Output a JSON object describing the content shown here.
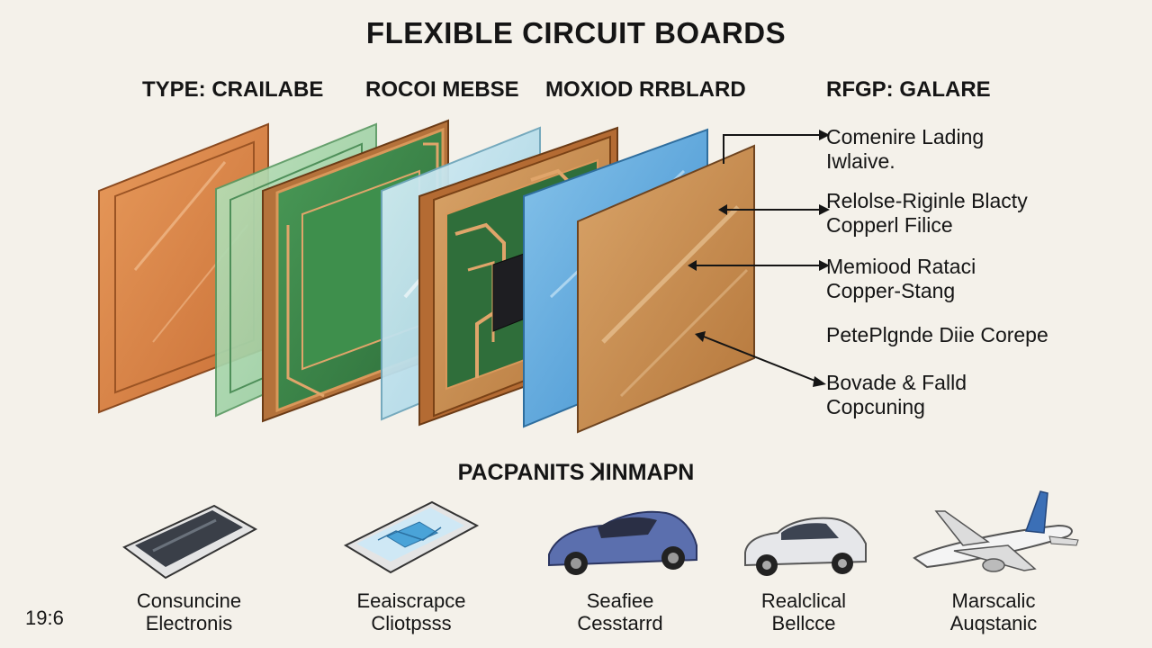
{
  "title": "FLEXIBLE CIRCUIT BOARDS",
  "column_labels": [
    "TYPE: CRAILABE",
    "ROCOI MEBSE",
    "MOXIOD RRBLARD",
    "RFGP: GALARE"
  ],
  "callouts": [
    {
      "lines": [
        "Comenire Lading",
        "Iwlaive."
      ]
    },
    {
      "lines": [
        "Relolse-Riginle Blacty",
        "Copperl Filice"
      ]
    },
    {
      "lines": [
        "Memiood Rataci",
        "Copper-Stang"
      ]
    },
    {
      "lines": [
        "PetePlgnde Diie Corepe"
      ]
    },
    {
      "lines": [
        "Bovade & Falld",
        "Copcuning"
      ]
    }
  ],
  "section_title": "PACPANITS ꓘINMAPN",
  "applications": [
    {
      "icon": "smartphone-icon",
      "lines": [
        "Consuncine",
        "Electronis"
      ]
    },
    {
      "icon": "flexible-circuit-phone-icon",
      "lines": [
        "Eeaiscrapce",
        "Cliotpsss"
      ]
    },
    {
      "icon": "sports-car-icon",
      "lines": [
        "Seafiee",
        "Cesstarrd"
      ]
    },
    {
      "icon": "sedan-car-icon",
      "lines": [
        "Realclical",
        "Bellcce"
      ]
    },
    {
      "icon": "airplane-icon",
      "lines": [
        "Marscalic",
        "Auqstanic"
      ]
    }
  ],
  "corner_code": "19:6",
  "colors": {
    "background": "#f4f1ea",
    "copper": "#d98a4e",
    "green_circuit": "#3d8a4a",
    "glass": "#bfe3ee",
    "blue_layer": "#4f9fd6",
    "bronze": "#c48a4e"
  }
}
